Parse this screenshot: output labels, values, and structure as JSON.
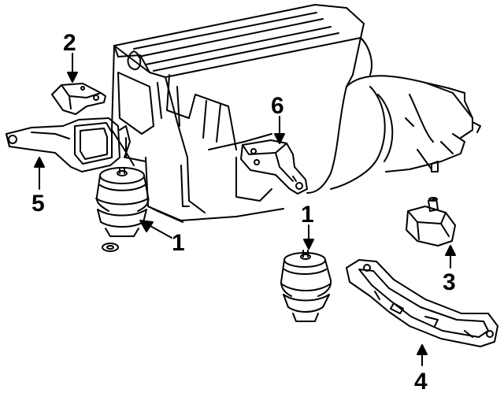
{
  "diagram": {
    "parts": [
      {
        "id": "mount-left",
        "label": "1"
      },
      {
        "id": "mount-right",
        "label": "1"
      },
      {
        "id": "mount-bracket-upper",
        "label": "2"
      },
      {
        "id": "mount-small-block",
        "label": "3"
      },
      {
        "id": "transmission-crossmember",
        "label": "4"
      },
      {
        "id": "mount-bracket-left",
        "label": "5"
      },
      {
        "id": "mount-bracket-center",
        "label": "6"
      }
    ],
    "colors": {
      "line": "#000000",
      "background": "#ffffff"
    }
  }
}
